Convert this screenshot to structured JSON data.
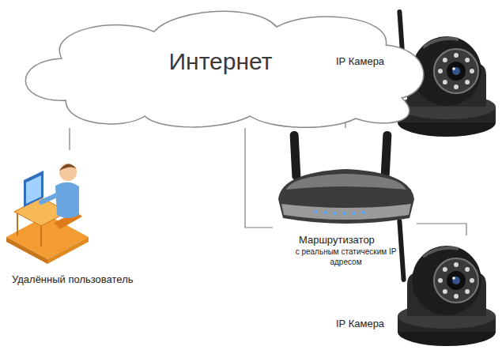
{
  "diagram": {
    "nodes": [
      {
        "text": [
          "Интернет"
        ]
      },
      {
        "text": [
          "IP Камера"
        ]
      },
      {
        "text": [
          "Маршрутизатор",
          "с реальным статическим IP адресом"
        ]
      },
      {
        "text": [
          "Удалённый пользователь"
        ]
      },
      {
        "text": [
          "IP Камера"
        ]
      }
    ],
    "edges": [
      {
        "from": 0,
        "to": 3,
        "arrow": "none"
      },
      {
        "from": 0,
        "to": 2,
        "arrow": "none"
      },
      {
        "from": 2,
        "to": 1,
        "arrow": "none"
      },
      {
        "from": 2,
        "to": 4,
        "arrow": "none"
      }
    ]
  }
}
